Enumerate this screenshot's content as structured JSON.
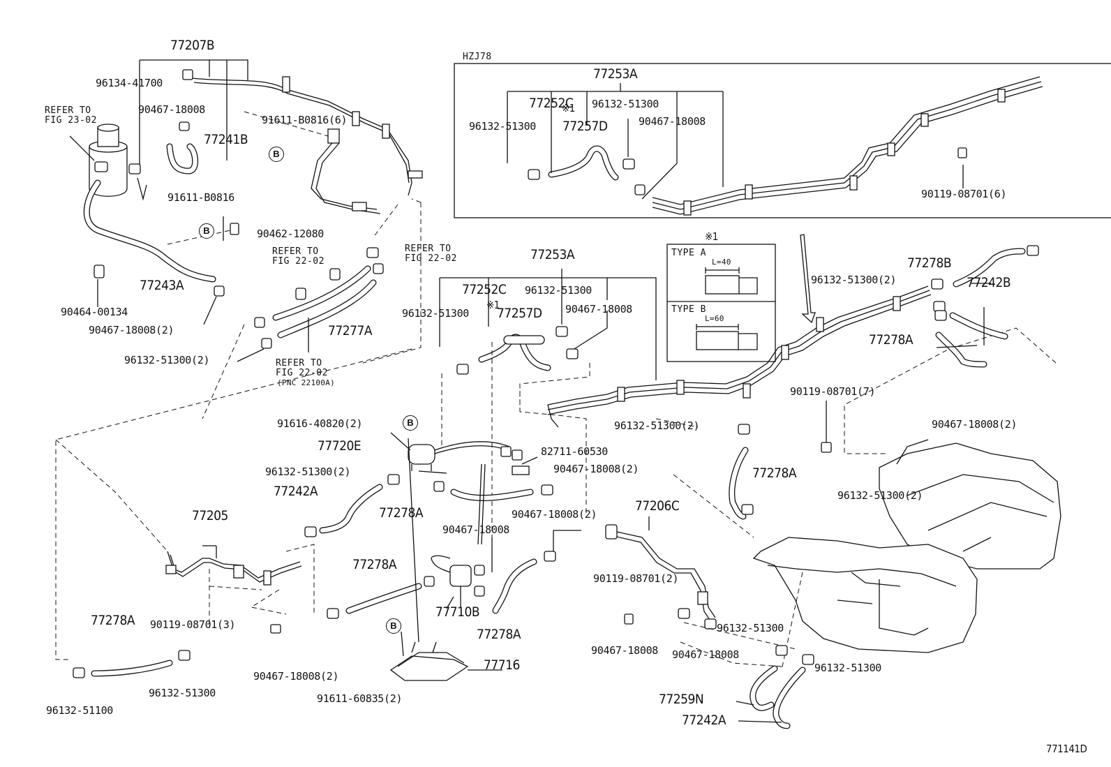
{
  "diagram": {
    "code": "771141D",
    "variant_label": "HZJ78",
    "circle_marker": "B",
    "refer_fig_23_02": [
      "REFER TO",
      "FIG 23-02"
    ],
    "refer_fig_22_02": [
      "REFER TO",
      "FIG 22-02"
    ],
    "refer_fig_22_02_pnc": [
      "REFER TO",
      "FIG 22-02",
      "(PNC 22100A)"
    ],
    "note_mark": "※1",
    "type_detail": {
      "title": "※1",
      "type_a": {
        "label": "TYPE A",
        "dim": "L=40"
      },
      "type_b": {
        "label": "TYPE B",
        "dim": "L=60"
      }
    },
    "parts": {
      "p77207B": "77207B",
      "p96134_41700": "96134-41700",
      "p90467_18008_a": "90467-18008",
      "p77241B": "77241B",
      "p91611_B0816_6": "91611-B0816(6)",
      "p91611_B0816": "91611-B0816",
      "p90462_12080": "90462-12080",
      "p77243A": "77243A",
      "p90464_00134": "90464-00134",
      "p90467_18008_2a": "90467-18008(2)",
      "p96132_51300_2a": "96132-51300(2)",
      "p77277A": "77277A",
      "p77253A_top": "77253A",
      "p77252C_top": "77252C",
      "p96132_51300_t1": "96132-51300",
      "p96132_51300_t2": "96132-51300",
      "p77257D_top": "77257D",
      "p90467_18008_t": "90467-18008",
      "p90119_08701_6": "90119-08701(6)",
      "p77253A_mid": "77253A",
      "p77252C_mid": "77252C",
      "p96132_51300_m1": "96132-51300",
      "p96132_51300_m2": "96132-51300",
      "p77257D_mid": "77257D",
      "p90467_18008_m": "90467-18008",
      "p77278B": "77278B",
      "p96132_51300_2b": "96132-51300(2)",
      "p77242B": "77242B",
      "p77278A_r": "77278A",
      "p90119_08701_7": "90119-08701(7)",
      "p96132_51300_2c": "96132-51300(2)",
      "p90467_18008_2b": "90467-18008(2)",
      "p77278A_c": "77278A",
      "p96132_51300_2d": "96132-51300(2)",
      "p91616_40820_2": "91616-40820(2)",
      "p77720E": "77720E",
      "p82711_60530": "82711-60530",
      "p96132_51300_2e": "96132-51300(2)",
      "p90467_18008_2c": "90467-18008(2)",
      "p77242A_l": "77242A",
      "p77278A_m": "77278A",
      "p77205": "77205",
      "p90467_18008_2d": "90467-18008(2)",
      "p90467_18008_b": "90467-18008",
      "p77206C": "77206C",
      "p77278A_lm": "77278A",
      "p90119_08701_2": "90119-08701(2)",
      "p77710B": "77710B",
      "p90119_08701_3": "90119-08701(3)",
      "p77278A_b": "77278A",
      "p77278A_bl": "77278A",
      "p96132_51300_b1": "96132-51300",
      "p90467_18008_c": "90467-18008",
      "p90467_18008_d": "90467-18008",
      "p96132_51300_b2": "96132-51300",
      "p77716": "77716",
      "p96132_51300_b3": "96132-51300",
      "p90467_18008_2e": "90467-18008(2)",
      "p91611_60835_2": "91611-60835(2)",
      "p96132_51100": "96132-51100",
      "p77259N": "77259N",
      "p77242A_b": "77242A"
    }
  }
}
